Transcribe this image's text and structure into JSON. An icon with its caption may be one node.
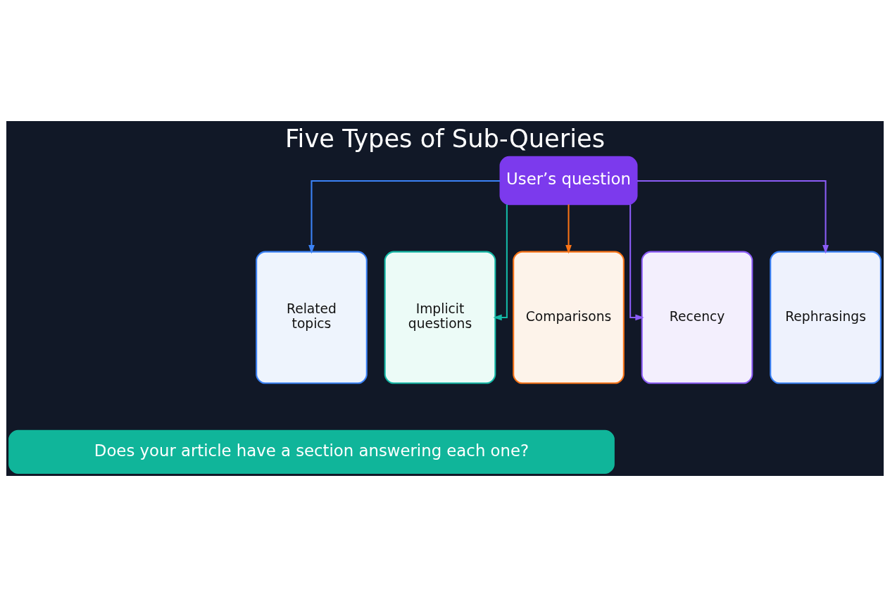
{
  "diagram": {
    "title": "Five Types of Sub-Queries",
    "nodes": [
      {
        "text": [
          "User’s question"
        ]
      },
      {
        "text": [
          "Related topics"
        ]
      },
      {
        "text": [
          "Implicit questions"
        ]
      },
      {
        "text": [
          "Comparisons"
        ]
      },
      {
        "text": [
          "Recency"
        ]
      },
      {
        "text": [
          "Rephrasings"
        ]
      },
      {
        "text": [
          "Does your article have a section answering each one?"
        ]
      }
    ],
    "edges": [
      {
        "from": 0,
        "to": 1,
        "arrow": "to",
        "color": "#3b82f6"
      },
      {
        "from": 0,
        "to": 2,
        "arrow": "to",
        "color": "#14b8a6"
      },
      {
        "from": 0,
        "to": 3,
        "arrow": "to",
        "color": "#f97316"
      },
      {
        "from": 0,
        "to": 4,
        "arrow": "to",
        "color": "#8b5cf6"
      },
      {
        "from": 0,
        "to": 5,
        "arrow": "to",
        "color": "#8b5cf6"
      }
    ]
  }
}
